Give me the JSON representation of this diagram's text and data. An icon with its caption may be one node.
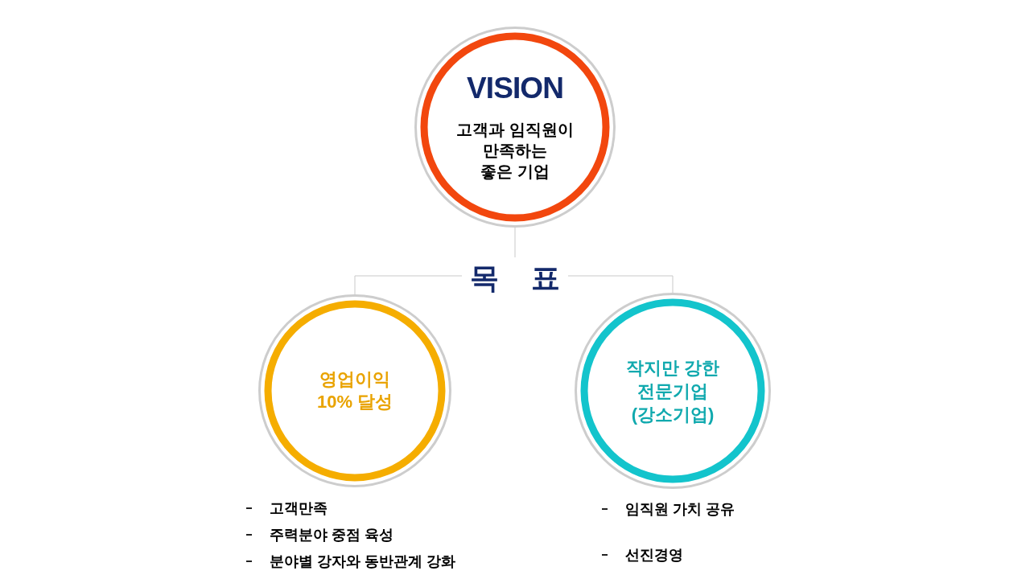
{
  "diagram": {
    "nodes": [
      {
        "text": [
          "VISION",
          "고객과 임직원이 만족하는 좋은 기업"
        ]
      },
      {
        "text": [
          "목 표"
        ]
      },
      {
        "text": [
          "영업이익 10% 달성"
        ],
        "beside": [
          "고객만족",
          "주력분야 중점 육성",
          "분야별 강자와 동반관계 강화"
        ]
      },
      {
        "text": [
          "작지만 강한 전문기업 (강소기업)"
        ],
        "beside": [
          "임직원 가치 공유",
          "선진경영"
        ]
      }
    ],
    "edges": [
      {
        "from": 0,
        "to": 1,
        "arrow": "none"
      },
      {
        "from": 1,
        "to": 2,
        "arrow": "none"
      },
      {
        "from": 1,
        "to": 3,
        "arrow": "none"
      }
    ]
  }
}
